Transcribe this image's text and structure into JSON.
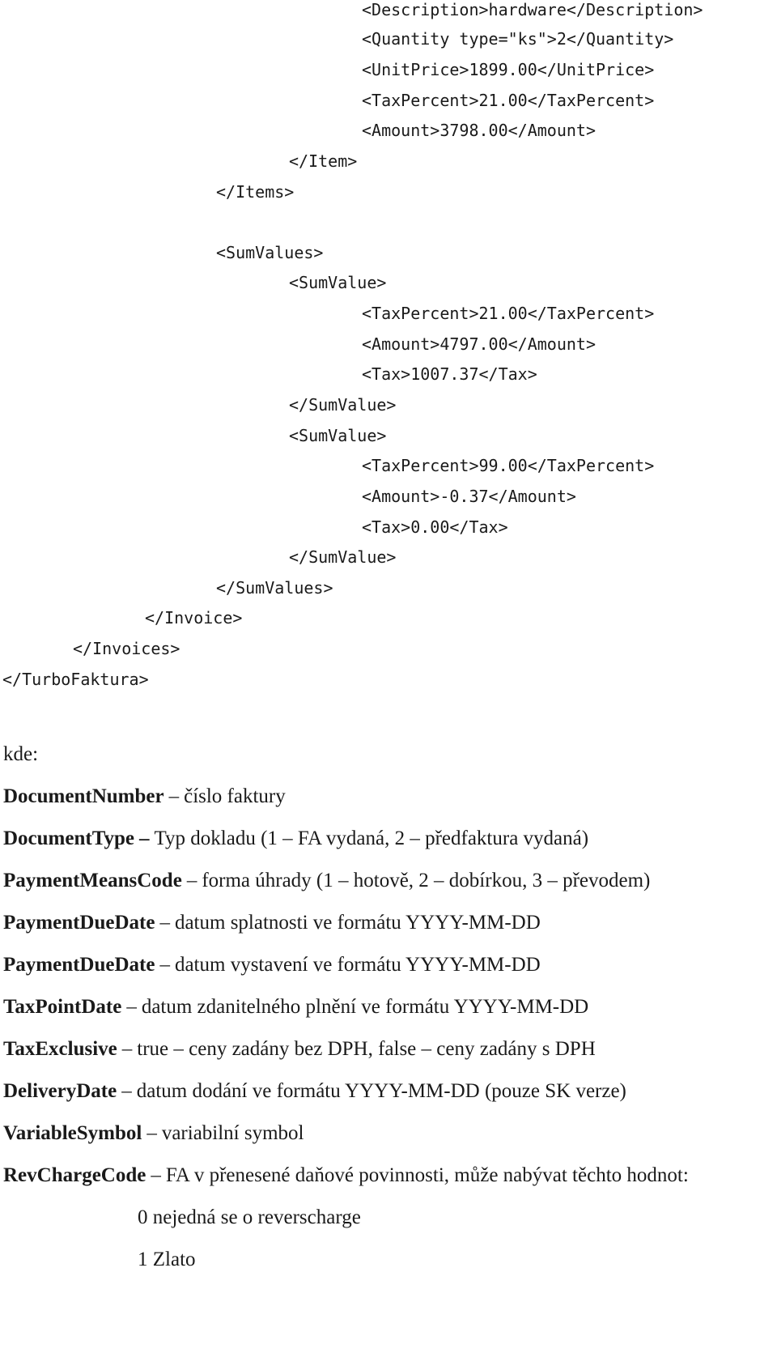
{
  "code_lines": [
    "<Description>hardware</Description>",
    "<Quantity type=\"ks\">2</Quantity>",
    "<UnitPrice>1899.00</UnitPrice>",
    "<TaxPercent>21.00</TaxPercent>",
    "<Amount>3798.00</Amount>",
    "</Item>",
    "</Items>",
    "<SumValues>",
    "<SumValue>",
    "<TaxPercent>21.00</TaxPercent>",
    "<Amount>4797.00</Amount>",
    "<Tax>1007.37</Tax>",
    "</SumValue>",
    "<SumValue>",
    "<TaxPercent>99.00</TaxPercent>",
    "<Amount>-0.37</Amount>",
    "<Tax>0.00</Tax>",
    "</SumValue>",
    "</SumValues>",
    "</Invoice>",
    "</Invoices>",
    "</TurboFaktura>"
  ],
  "intro": "kde:",
  "definitions": [
    {
      "term": "DocumentNumber",
      "desc": "číslo faktury"
    },
    {
      "term": "DocumentType",
      "desc": "Typ dokladu (1 – FA vydaná, 2 – předfaktura vydaná)"
    },
    {
      "term": "PaymentMeansCode",
      "desc": "forma úhrady (1 – hotově, 2 – dobírkou, 3 – převodem)"
    },
    {
      "term": "PaymentDueDate",
      "desc": "datum splatnosti ve formátu YYYY-MM-DD"
    },
    {
      "term": "PaymentDueDate",
      "desc": "datum vystavení ve formátu YYYY-MM-DD"
    },
    {
      "term": "TaxPointDate",
      "desc": "datum zdanitelného plnění ve formátu YYYY-MM-DD"
    },
    {
      "term": "TaxExclusive",
      "desc": "true – ceny zadány bez DPH, false – ceny zadány s DPH"
    },
    {
      "term": "DeliveryDate",
      "desc": "datum dodání ve formátu YYYY-MM-DD (pouze SK verze)"
    },
    {
      "term": "VariableSymbol",
      "desc": "variabilní symbol"
    },
    {
      "term": "RevChargeCode",
      "desc": "FA v přenesené daňové povinnosti, může nabývat těchto hodnot:"
    }
  ],
  "dash": "–",
  "rev_charge_values": [
    "0 nejedná se o reverscharge",
    "1 Zlato"
  ]
}
